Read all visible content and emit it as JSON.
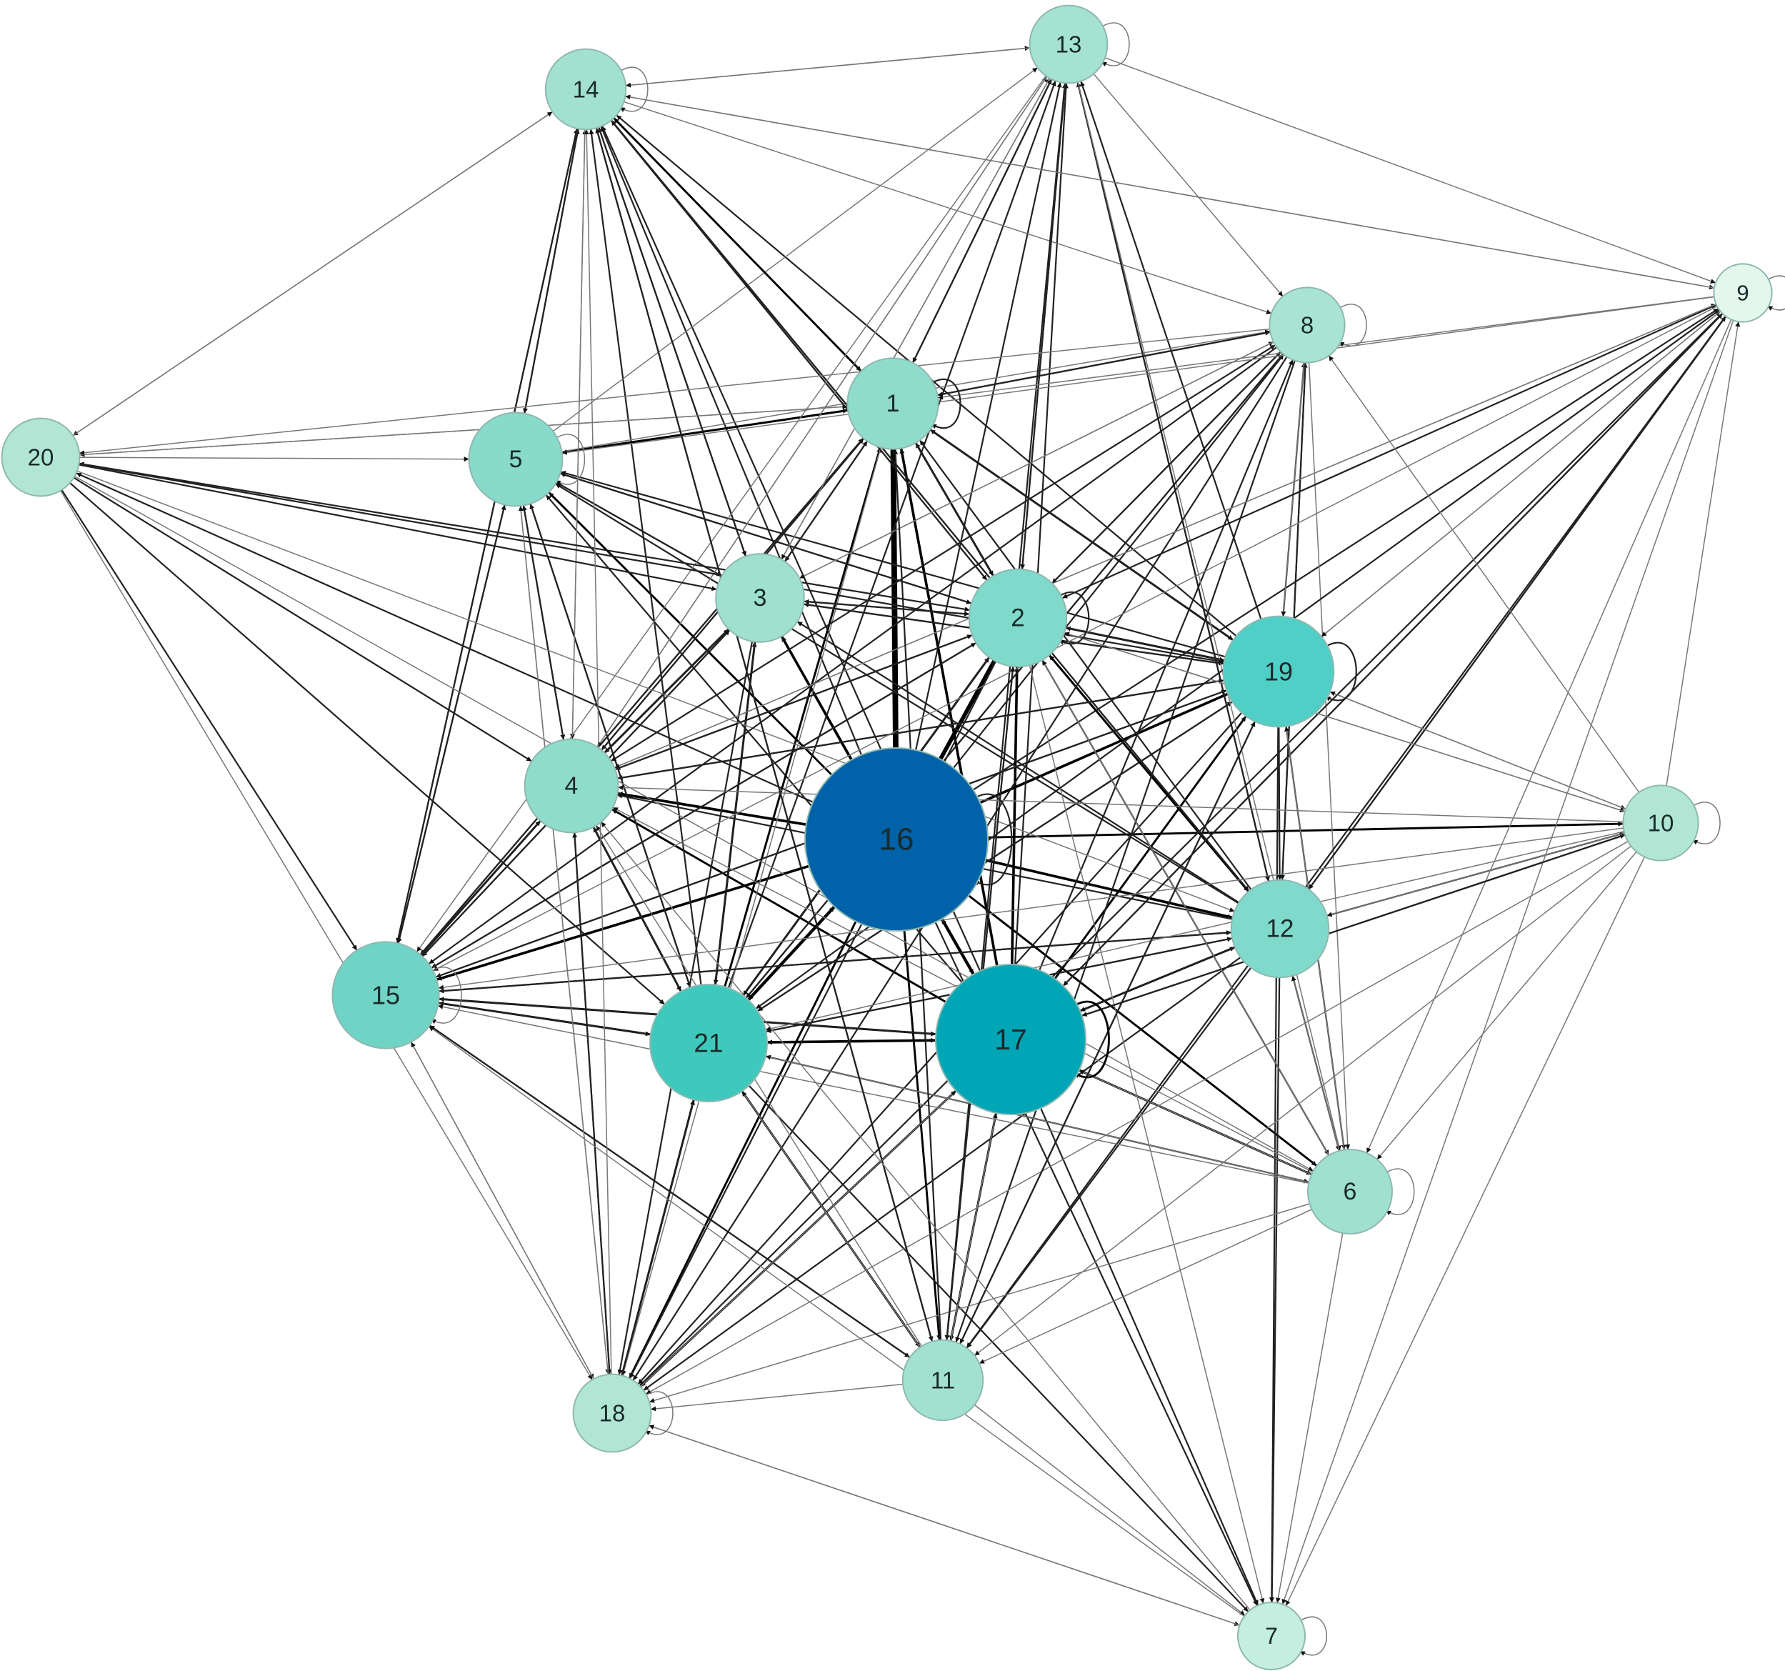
{
  "nodes": [
    {
      "id": "1",
      "label": "1",
      "weight": 0.3,
      "color": "#8fdccb"
    },
    {
      "id": "2",
      "label": "2",
      "weight": 0.35,
      "color": "#7fdacb"
    },
    {
      "id": "3",
      "label": "3",
      "weight": 0.28,
      "color": "#9fe0cf"
    },
    {
      "id": "4",
      "label": "4",
      "weight": 0.32,
      "color": "#8fdccb"
    },
    {
      "id": "5",
      "label": "5",
      "weight": 0.32,
      "color": "#88dacb"
    },
    {
      "id": "6",
      "label": "6",
      "weight": 0.25,
      "color": "#9fe0cf"
    },
    {
      "id": "7",
      "label": "7",
      "weight": 0.12,
      "color": "#c4eedf"
    },
    {
      "id": "8",
      "label": "8",
      "weight": 0.18,
      "color": "#a9e4d3"
    },
    {
      "id": "9",
      "label": "9",
      "weight": 0.05,
      "color": "#e4f7ec"
    },
    {
      "id": "10",
      "label": "10",
      "weight": 0.18,
      "color": "#b1e6d5"
    },
    {
      "id": "11",
      "label": "11",
      "weight": 0.22,
      "color": "#a2e1d0"
    },
    {
      "id": "12",
      "label": "12",
      "weight": 0.35,
      "color": "#7fdacb"
    },
    {
      "id": "13",
      "label": "13",
      "weight": 0.2,
      "color": "#a5e2d1"
    },
    {
      "id": "14",
      "label": "14",
      "weight": 0.22,
      "color": "#a2e1d0"
    },
    {
      "id": "15",
      "label": "15",
      "weight": 0.42,
      "color": "#6fd4c6"
    },
    {
      "id": "16",
      "label": "16",
      "weight": 1.0,
      "color": "#0062a8"
    },
    {
      "id": "17",
      "label": "17",
      "weight": 0.75,
      "color": "#00a6b6"
    },
    {
      "id": "18",
      "label": "18",
      "weight": 0.2,
      "color": "#b1e6d5"
    },
    {
      "id": "19",
      "label": "19",
      "weight": 0.45,
      "color": "#50cfc6"
    },
    {
      "id": "20",
      "label": "20",
      "weight": 0.2,
      "color": "#b1e6d5"
    },
    {
      "id": "21",
      "label": "21",
      "weight": 0.5,
      "color": "#3fc9bd"
    }
  ],
  "edges": [
    [
      "16",
      "1",
      10
    ],
    [
      "16",
      "2",
      7
    ],
    [
      "16",
      "3",
      4
    ],
    [
      "16",
      "4",
      4
    ],
    [
      "16",
      "5",
      3
    ],
    [
      "16",
      "6",
      3
    ],
    [
      "16",
      "7",
      2
    ],
    [
      "16",
      "8",
      2
    ],
    [
      "16",
      "9",
      2
    ],
    [
      "16",
      "10",
      3
    ],
    [
      "16",
      "11",
      3
    ],
    [
      "16",
      "12",
      4
    ],
    [
      "16",
      "13",
      2
    ],
    [
      "16",
      "14",
      2
    ],
    [
      "16",
      "15",
      4
    ],
    [
      "16",
      "17",
      5
    ],
    [
      "16",
      "18",
      3
    ],
    [
      "16",
      "19",
      4
    ],
    [
      "16",
      "20",
      2
    ],
    [
      "16",
      "21",
      5
    ],
    [
      "17",
      "1",
      4
    ],
    [
      "17",
      "2",
      4
    ],
    [
      "17",
      "3",
      3
    ],
    [
      "17",
      "4",
      3
    ],
    [
      "17",
      "5",
      2
    ],
    [
      "17",
      "6",
      3
    ],
    [
      "17",
      "7",
      2
    ],
    [
      "17",
      "8",
      2
    ],
    [
      "17",
      "9",
      2
    ],
    [
      "17",
      "10",
      2
    ],
    [
      "17",
      "11",
      3
    ],
    [
      "17",
      "12",
      3
    ],
    [
      "17",
      "13",
      2
    ],
    [
      "17",
      "14",
      2
    ],
    [
      "17",
      "15",
      3
    ],
    [
      "17",
      "16",
      3
    ],
    [
      "17",
      "18",
      3
    ],
    [
      "17",
      "19",
      3
    ],
    [
      "17",
      "21",
      4
    ],
    [
      "21",
      "1",
      3
    ],
    [
      "21",
      "2",
      3
    ],
    [
      "21",
      "3",
      3
    ],
    [
      "21",
      "4",
      3
    ],
    [
      "21",
      "5",
      2
    ],
    [
      "21",
      "6",
      2
    ],
    [
      "21",
      "7",
      2
    ],
    [
      "21",
      "8",
      2
    ],
    [
      "21",
      "11",
      3
    ],
    [
      "21",
      "12",
      2
    ],
    [
      "21",
      "13",
      2
    ],
    [
      "21",
      "14",
      2
    ],
    [
      "21",
      "15",
      3
    ],
    [
      "21",
      "16",
      3
    ],
    [
      "21",
      "17",
      3
    ],
    [
      "21",
      "18",
      3
    ],
    [
      "21",
      "19",
      2
    ],
    [
      "19",
      "1",
      3
    ],
    [
      "19",
      "2",
      3
    ],
    [
      "19",
      "3",
      2
    ],
    [
      "19",
      "4",
      2
    ],
    [
      "19",
      "5",
      2
    ],
    [
      "19",
      "6",
      2
    ],
    [
      "19",
      "7",
      2
    ],
    [
      "19",
      "8",
      2
    ],
    [
      "19",
      "9",
      1
    ],
    [
      "19",
      "11",
      2
    ],
    [
      "19",
      "12",
      2
    ],
    [
      "19",
      "13",
      2
    ],
    [
      "19",
      "14",
      2
    ],
    [
      "19",
      "15",
      2
    ],
    [
      "19",
      "18",
      2
    ],
    [
      "19",
      "21",
      2
    ],
    [
      "19",
      "10",
      1
    ],
    [
      "12",
      "1",
      2
    ],
    [
      "12",
      "2",
      3
    ],
    [
      "12",
      "3",
      2
    ],
    [
      "12",
      "4",
      2
    ],
    [
      "12",
      "5",
      2
    ],
    [
      "12",
      "6",
      2
    ],
    [
      "12",
      "7",
      2
    ],
    [
      "12",
      "8",
      2
    ],
    [
      "12",
      "9",
      2
    ],
    [
      "12",
      "10",
      2
    ],
    [
      "12",
      "11",
      2
    ],
    [
      "12",
      "13",
      2
    ],
    [
      "12",
      "14",
      2
    ],
    [
      "12",
      "15",
      2
    ],
    [
      "12",
      "18",
      2
    ],
    [
      "12",
      "21",
      2
    ],
    [
      "12",
      "17",
      2
    ],
    [
      "2",
      "1",
      3
    ],
    [
      "2",
      "3",
      2
    ],
    [
      "2",
      "4",
      2
    ],
    [
      "2",
      "5",
      2
    ],
    [
      "2",
      "6",
      2
    ],
    [
      "2",
      "7",
      1
    ],
    [
      "2",
      "8",
      2
    ],
    [
      "2",
      "9",
      1
    ],
    [
      "2",
      "10",
      1
    ],
    [
      "2",
      "11",
      2
    ],
    [
      "2",
      "12",
      3
    ],
    [
      "2",
      "13",
      2
    ],
    [
      "2",
      "14",
      2
    ],
    [
      "2",
      "15",
      2
    ],
    [
      "2",
      "18",
      2
    ],
    [
      "2",
      "19",
      2
    ],
    [
      "2",
      "21",
      2
    ],
    [
      "2",
      "20",
      1
    ],
    [
      "1",
      "2",
      2
    ],
    [
      "1",
      "3",
      2
    ],
    [
      "1",
      "4",
      2
    ],
    [
      "1",
      "5",
      3
    ],
    [
      "1",
      "8",
      2
    ],
    [
      "1",
      "13",
      2
    ],
    [
      "1",
      "14",
      2
    ],
    [
      "1",
      "15",
      2
    ],
    [
      "1",
      "18",
      1
    ],
    [
      "1",
      "19",
      2
    ],
    [
      "1",
      "20",
      1
    ],
    [
      "5",
      "1",
      3
    ],
    [
      "5",
      "2",
      2
    ],
    [
      "5",
      "3",
      2
    ],
    [
      "5",
      "4",
      2
    ],
    [
      "5",
      "14",
      2
    ],
    [
      "5",
      "15",
      2
    ],
    [
      "5",
      "18",
      1
    ],
    [
      "5",
      "21",
      2
    ],
    [
      "5",
      "13",
      1
    ],
    [
      "5",
      "8",
      1
    ],
    [
      "4",
      "1",
      2
    ],
    [
      "4",
      "2",
      2
    ],
    [
      "4",
      "3",
      3
    ],
    [
      "4",
      "5",
      2
    ],
    [
      "4",
      "14",
      1
    ],
    [
      "4",
      "15",
      3
    ],
    [
      "4",
      "18",
      2
    ],
    [
      "4",
      "19",
      2
    ],
    [
      "4",
      "21",
      2
    ],
    [
      "4",
      "8",
      1
    ],
    [
      "4",
      "13",
      1
    ],
    [
      "4",
      "9",
      1
    ],
    [
      "3",
      "1",
      2
    ],
    [
      "3",
      "2",
      2
    ],
    [
      "3",
      "4",
      2
    ],
    [
      "3",
      "5",
      2
    ],
    [
      "3",
      "14",
      2
    ],
    [
      "3",
      "15",
      2
    ],
    [
      "3",
      "18",
      2
    ],
    [
      "3",
      "19",
      2
    ],
    [
      "3",
      "21",
      2
    ],
    [
      "3",
      "13",
      1
    ],
    [
      "3",
      "8",
      1
    ],
    [
      "15",
      "1",
      2
    ],
    [
      "15",
      "2",
      2
    ],
    [
      "15",
      "3",
      2
    ],
    [
      "15",
      "4",
      2
    ],
    [
      "15",
      "5",
      2
    ],
    [
      "15",
      "11",
      2
    ],
    [
      "15",
      "12",
      2
    ],
    [
      "15",
      "14",
      2
    ],
    [
      "15",
      "18",
      1
    ],
    [
      "15",
      "19",
      2
    ],
    [
      "15",
      "21",
      2
    ],
    [
      "15",
      "17",
      2
    ],
    [
      "14",
      "1",
      3
    ],
    [
      "14",
      "2",
      2
    ],
    [
      "14",
      "3",
      2
    ],
    [
      "14",
      "4",
      1
    ],
    [
      "14",
      "5",
      2
    ],
    [
      "14",
      "8",
      1
    ],
    [
      "14",
      "9",
      1
    ],
    [
      "14",
      "11",
      2
    ],
    [
      "14",
      "12",
      2
    ],
    [
      "14",
      "15",
      2
    ],
    [
      "14",
      "20",
      1
    ],
    [
      "14",
      "13",
      1
    ],
    [
      "13",
      "1",
      2
    ],
    [
      "13",
      "2",
      2
    ],
    [
      "13",
      "3",
      1
    ],
    [
      "13",
      "4",
      1
    ],
    [
      "13",
      "8",
      1
    ],
    [
      "13",
      "9",
      1
    ],
    [
      "13",
      "11",
      2
    ],
    [
      "13",
      "12",
      2
    ],
    [
      "13",
      "14",
      1
    ],
    [
      "13",
      "15",
      1
    ],
    [
      "13",
      "6",
      1
    ],
    [
      "20",
      "1",
      1
    ],
    [
      "20",
      "2",
      2
    ],
    [
      "20",
      "3",
      2
    ],
    [
      "20",
      "4",
      2
    ],
    [
      "20",
      "5",
      1
    ],
    [
      "20",
      "14",
      1
    ],
    [
      "20",
      "15",
      2
    ],
    [
      "20",
      "18",
      1
    ],
    [
      "20",
      "19",
      2
    ],
    [
      "20",
      "21",
      2
    ],
    [
      "20",
      "12",
      1
    ],
    [
      "20",
      "6",
      1
    ],
    [
      "8",
      "1",
      2
    ],
    [
      "8",
      "2",
      2
    ],
    [
      "8",
      "3",
      1
    ],
    [
      "8",
      "4",
      2
    ],
    [
      "8",
      "6",
      1
    ],
    [
      "8",
      "11",
      2
    ],
    [
      "8",
      "12",
      2
    ],
    [
      "8",
      "15",
      2
    ],
    [
      "8",
      "18",
      2
    ],
    [
      "8",
      "19",
      1
    ],
    [
      "8",
      "20",
      1
    ],
    [
      "8",
      "21",
      2
    ],
    [
      "9",
      "1",
      1
    ],
    [
      "9",
      "2",
      2
    ],
    [
      "9",
      "4",
      1
    ],
    [
      "9",
      "5",
      1
    ],
    [
      "9",
      "6",
      1
    ],
    [
      "9",
      "7",
      1
    ],
    [
      "9",
      "11",
      2
    ],
    [
      "9",
      "12",
      2
    ],
    [
      "9",
      "14",
      1
    ],
    [
      "9",
      "15",
      1
    ],
    [
      "9",
      "17",
      2
    ],
    [
      "9",
      "18",
      2
    ],
    [
      "9",
      "19",
      1
    ],
    [
      "9",
      "21",
      2
    ],
    [
      "10",
      "2",
      1
    ],
    [
      "10",
      "4",
      1
    ],
    [
      "10",
      "6",
      1
    ],
    [
      "10",
      "7",
      1
    ],
    [
      "10",
      "8",
      1
    ],
    [
      "10",
      "9",
      1
    ],
    [
      "10",
      "11",
      1
    ],
    [
      "10",
      "12",
      1
    ],
    [
      "10",
      "15",
      1
    ],
    [
      "10",
      "17",
      2
    ],
    [
      "10",
      "18",
      1
    ],
    [
      "10",
      "19",
      1
    ],
    [
      "10",
      "21",
      1
    ],
    [
      "6",
      "4",
      1
    ],
    [
      "6",
      "7",
      1
    ],
    [
      "6",
      "11",
      1
    ],
    [
      "6",
      "12",
      1
    ],
    [
      "6",
      "15",
      1
    ],
    [
      "6",
      "18",
      1
    ],
    [
      "6",
      "19",
      1
    ],
    [
      "6",
      "17",
      1
    ],
    [
      "6",
      "2",
      1
    ],
    [
      "6",
      "21",
      1
    ],
    [
      "11",
      "1",
      2
    ],
    [
      "11",
      "2",
      2
    ],
    [
      "11",
      "4",
      1
    ],
    [
      "11",
      "7",
      1
    ],
    [
      "11",
      "14",
      2
    ],
    [
      "11",
      "15",
      2
    ],
    [
      "11",
      "18",
      1
    ],
    [
      "11",
      "19",
      2
    ],
    [
      "11",
      "21",
      1
    ],
    [
      "11",
      "17",
      1
    ],
    [
      "18",
      "4",
      2
    ],
    [
      "18",
      "5",
      1
    ],
    [
      "18",
      "7",
      1
    ],
    [
      "18",
      "14",
      1
    ],
    [
      "18",
      "15",
      1
    ],
    [
      "18",
      "21",
      2
    ],
    [
      "18",
      "17",
      1
    ],
    [
      "7",
      "15",
      1
    ],
    [
      "7",
      "18",
      1
    ],
    [
      "7",
      "4",
      1
    ],
    [
      "16",
      "16",
      2
    ],
    [
      "17",
      "17",
      3
    ],
    [
      "19",
      "19",
      2
    ],
    [
      "1",
      "1",
      2
    ],
    [
      "2",
      "2",
      2
    ],
    [
      "6",
      "6",
      1
    ],
    [
      "10",
      "10",
      1
    ],
    [
      "7",
      "7",
      1
    ],
    [
      "9",
      "9",
      1
    ],
    [
      "13",
      "13",
      1
    ],
    [
      "14",
      "14",
      1
    ],
    [
      "5",
      "5",
      1
    ],
    [
      "15",
      "15",
      1
    ],
    [
      "18",
      "18",
      1
    ],
    [
      "8",
      "8",
      1
    ]
  ]
}
